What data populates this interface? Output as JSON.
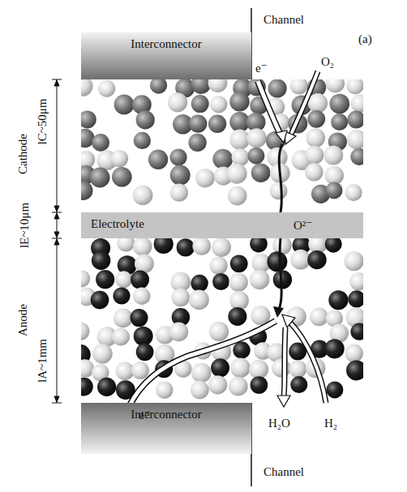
{
  "diagram": {
    "nodes": [
      {
        "text": [
          "Interconnector"
        ]
      },
      {
        "text": [
          "Electrolyte"
        ]
      },
      {
        "text": [
          "Interconnector"
        ]
      }
    ],
    "labels": [
      "Channel",
      "(a)",
      "e⁻",
      "O₂",
      "lC~50μm",
      "Cathode",
      "lE~10μm",
      "O²⁻",
      "Anode",
      "lA~1mm",
      "e⁻",
      "H₂O",
      "H₂",
      "Channel"
    ]
  }
}
